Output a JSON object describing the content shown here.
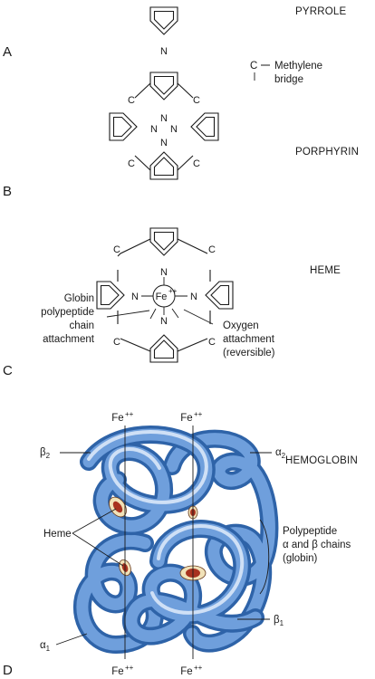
{
  "panels": {
    "a": {
      "letter": "A",
      "caption": "PYRROLE",
      "atom": "N"
    },
    "b": {
      "letter": "B",
      "caption": "PORPHYRIN",
      "atom_n": "N",
      "atom_c": "C",
      "legend": {
        "atom": "C",
        "line1": "Methylene",
        "line2": "bridge"
      }
    },
    "c": {
      "letter": "C",
      "caption": "HEME",
      "iron": "Fe",
      "iron_charge": "++",
      "globin_label": [
        "Globin",
        "polypeptide",
        "chain",
        "attachment"
      ],
      "oxygen_label": [
        "Oxygen",
        "attachment",
        "(reversible)"
      ]
    },
    "d": {
      "letter": "D",
      "caption": "HEMOGLOBIN",
      "iron": "Fe",
      "iron_charge": "++",
      "heme_label": "Heme",
      "chain_label": [
        "Polypeptide",
        "α and β chains",
        "(globin)"
      ],
      "alpha": "α",
      "beta": "β",
      "sub_1": "1",
      "sub_2": "2"
    }
  },
  "colors": {
    "line": "#1a1a1a",
    "tube_dark": "#2e63a8",
    "tube_mid": "#6f9fdc",
    "tube_light": "#cfe0f6",
    "heme_red": "#a8321f",
    "heme_cream": "#f1e2b8"
  }
}
